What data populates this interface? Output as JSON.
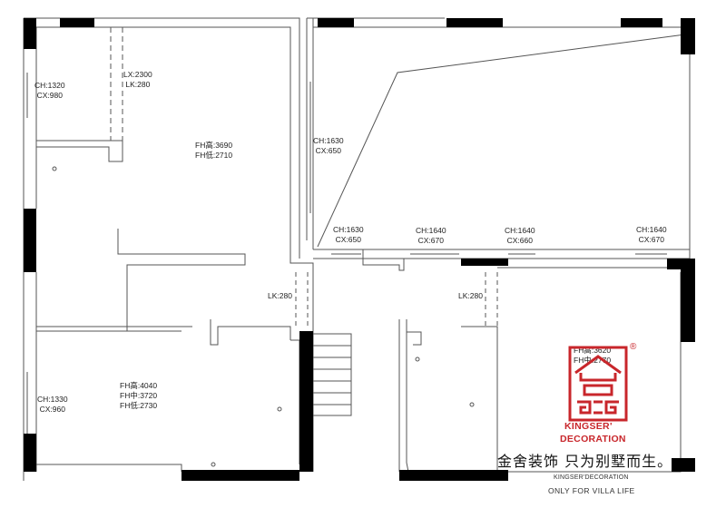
{
  "rooms": {
    "top_left": {
      "ch": "CH:1320",
      "cx": "CX:980"
    },
    "top_mid": {
      "lx": "LX:2300",
      "lk": "LK:280"
    },
    "top_center": {
      "fh_high": "FH高:3690",
      "fh_low": "FH低:2710"
    },
    "diag_window": {
      "ch": "CH:1630",
      "cx": "CX:650"
    },
    "window_1": {
      "ch": "CH:1630",
      "cx": "CX:650"
    },
    "window_2": {
      "ch": "CH:1640",
      "cx": "CX:670"
    },
    "window_3": {
      "ch": "CH:1640",
      "cx": "CX:660"
    },
    "window_4": {
      "ch": "CH:1640",
      "cx": "CX:670"
    },
    "hall_left": {
      "lk": "LK:280"
    },
    "hall_right": {
      "lk": "LK:280"
    },
    "bottom_left": {
      "ch": "CH:1330",
      "cx": "CX:960"
    },
    "bottom_center": {
      "fh_high": "FH高:4040",
      "fh_mid": "FH中:3720",
      "fh_low": "FH低:2730"
    },
    "bottom_right": {
      "fh_high": "FH高:3620",
      "fh_mid": "FH中:2770"
    }
  },
  "brand": {
    "name_line1": "KINGSER'",
    "name_line2": "DECORATION",
    "registered_mark": "®",
    "slogan": "金舍装饰 只为别墅而生。",
    "tagline_small": "KINGSER'DECORATION",
    "tagline": "ONLY FOR VILLA LIFE",
    "brand_color": "#c8262b"
  }
}
